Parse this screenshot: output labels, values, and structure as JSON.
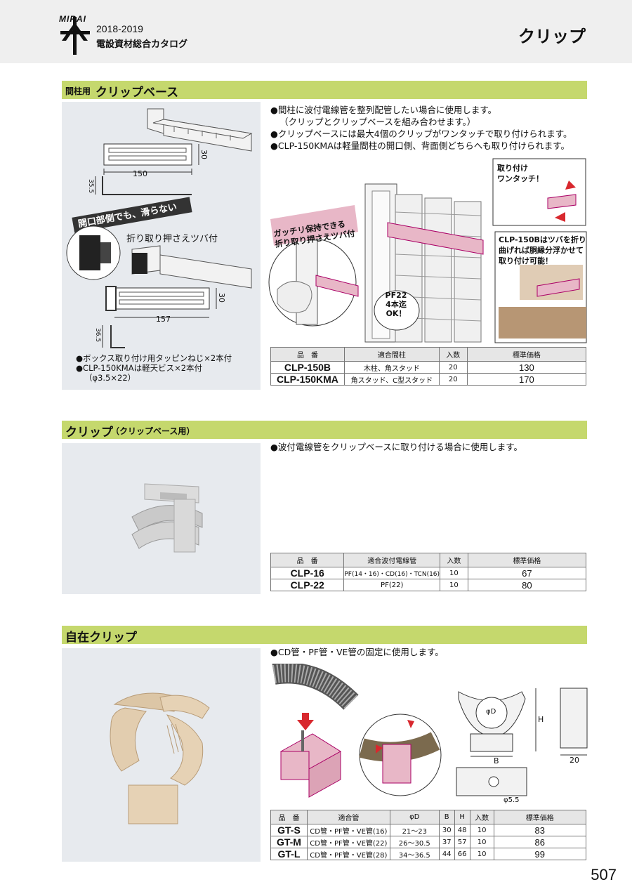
{
  "header": {
    "brand": "MIRAI",
    "year": "2018-2019",
    "catalog_name": "電設資材総合カタログ",
    "page_title": "クリップ"
  },
  "section1": {
    "prefix": "間柱用",
    "title": "クリップベース",
    "bullets": [
      "●間柱に波付電線管を整列配管したい場合に使用します。",
      "（クリップとクリップベースを組み合わせます。）",
      "●クリップベースには最大4個のクリップがワンタッチで取り付けられます。",
      "●CLP-150KMAは軽量間柱の開口側、背面側どちらへも取り付けられます。"
    ],
    "dims": {
      "w1": "150",
      "h1": "30",
      "d1": "35.5",
      "w2": "157",
      "h2": "30",
      "d2": "36.5"
    },
    "tag_opening": "開口部側でも、滑らない",
    "tag_flange": "折り取り押さえツバ付",
    "notes": [
      "●ボックス取り付け用タッピンねじ×2本付",
      "●CLP-150KMAは軽天ビス×2本付",
      "（φ3.5×22）"
    ],
    "callouts": {
      "gatchiri": [
        "ガッチリ保持できる",
        "折り取り押さえツバ付"
      ],
      "onetouch": [
        "取り付け",
        "ワンタッチ！"
      ],
      "float": [
        "CLP-150Bはツバを折り",
        "曲げれば胴縁分浮かせて",
        "取り付け可能！"
      ],
      "pf22": [
        "PF22",
        "4本迄",
        "OK！"
      ]
    },
    "table": {
      "headers": [
        "品　番",
        "適合間柱",
        "入数",
        "標準価格"
      ],
      "rows": [
        [
          "CLP-150B",
          "木柱、角スタッド",
          "20",
          "130"
        ],
        [
          "CLP-150KMA",
          "角スタッド、C型スタッド",
          "20",
          "170"
        ]
      ]
    }
  },
  "section2": {
    "title": "クリップ",
    "subtitle": "（クリップベース用）",
    "bullets": [
      "●波付電線管をクリップベースに取り付ける場合に使用します。"
    ],
    "table": {
      "headers": [
        "品　番",
        "適合波付電線管",
        "入数",
        "標準価格"
      ],
      "rows": [
        [
          "CLP-16",
          "PF(14・16)・CD(16)・TCN(16)",
          "10",
          "67"
        ],
        [
          "CLP-22",
          "PF(22)",
          "10",
          "80"
        ]
      ]
    }
  },
  "section3": {
    "title": "自在クリップ",
    "bullets": [
      "●CD管・PF管・VE管の固定に使用します。"
    ],
    "dims": {
      "phiD": "φD",
      "H": "H",
      "B": "B",
      "W": "20",
      "hole": "φ5.5"
    },
    "table": {
      "headers": [
        "品　番",
        "適合管",
        "φD",
        "B",
        "H",
        "入数",
        "標準価格"
      ],
      "rows": [
        [
          "GT-S",
          "CD管・PF管・VE管(16)",
          "21～23",
          "30",
          "48",
          "10",
          "83"
        ],
        [
          "GT-M",
          "CD管・PF管・VE管(22)",
          "26～30.5",
          "37",
          "57",
          "10",
          "86"
        ],
        [
          "GT-L",
          "CD管・PF管・VE管(28)",
          "34～36.5",
          "44",
          "66",
          "10",
          "99"
        ]
      ]
    }
  },
  "page_number": "507",
  "colors": {
    "section_bar": "#c5d86d",
    "panel": "#e7eaee",
    "header_bg": "#efefef",
    "arrow": "#d8282e",
    "pink": "#e8b7c7",
    "clip_beige": "#e6d2b5"
  }
}
